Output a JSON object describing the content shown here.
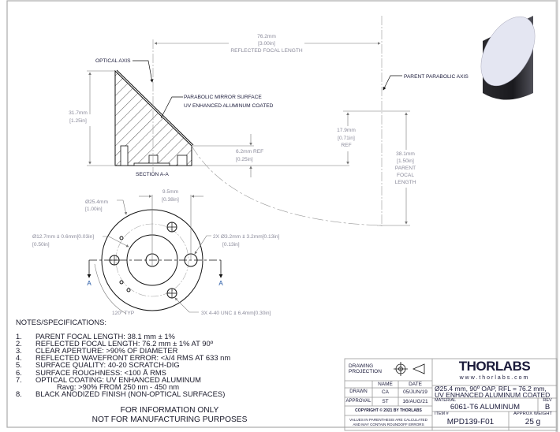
{
  "section_view": {
    "optical_axis": "OPTICAL AXIS",
    "mirror_surface_line1": "PARABOLIC MIRROR SURFACE",
    "mirror_surface_line2": "UV ENHANCED ALUMINUM COATED",
    "section_label": "SECTION A-A",
    "height_mm": "31.7mm",
    "height_in": "[1.25in]",
    "rfl_mm": "76.2mm",
    "rfl_in": "[3.00in]",
    "rfl_label": "REFLECTED FOCAL LENGTH",
    "ref_mm": "6.2mm  REF",
    "ref_in": "[0.25in]",
    "offset_mm": "17.9mm",
    "offset_in": "[0.71in]",
    "offset_ref": "REF",
    "parent_axis": "PARENT PARABOLIC AXIS",
    "pfl_mm": "38.1mm",
    "pfl_in": "[1.50in]",
    "pfl_l1": "PARENT",
    "pfl_l2": "FOCAL",
    "pfl_l3": "LENGTH"
  },
  "front_view": {
    "dia_mm": "Ø25.4mm",
    "dia_in": "[1.00in]",
    "spacing_mm": "9.5mm",
    "spacing_in": "[0.38in]",
    "recess": "Ø12.7mm ⫫ 0.6mm[0.03in]",
    "recess_in": "[0.50in]",
    "holes": "2X  Ø3.2mm ⫫ 3.2mm[0.13in]",
    "holes_in": "[0.13in]",
    "angle": "120° TYP",
    "threads": "3X 4-40 UNC ⫫ 6.4mm[0.30in]",
    "section_marker": "A"
  },
  "notes": {
    "title": "NOTES/SPECIFICATIONS:",
    "items": [
      {
        "n": "1.",
        "t": "PARENT FOCAL LENGTH: 38.1 mm ± 1%"
      },
      {
        "n": "2.",
        "t": "REFLECTED FOCAL LENGTH: 76.2 mm ± 1% AT 90º"
      },
      {
        "n": "3.",
        "t": "CLEAR APERTURE: >90% OF DIAMETER"
      },
      {
        "n": "4.",
        "t": "REFLECTED WAVEFRONT ERROR: <λ/4 RMS AT 633 nm"
      },
      {
        "n": "5.",
        "t": "SURFACE QUALITY: 40-20 SCRATCH-DIG"
      },
      {
        "n": "6.",
        "t": "SURFACE ROUGHNESS: <100 Å RMS"
      },
      {
        "n": "7.",
        "t": "OPTICAL COATING: UV ENHANCED ALUMINUM"
      },
      {
        "n": "8.",
        "t": "BLACK ANODIZED FINISH (NON-OPTICAL SURFACES)"
      }
    ],
    "item7_sub": "Ravg: >90% FROM 250 nm - 450 nm",
    "disclaimer1": "FOR INFORMATION ONLY",
    "disclaimer2": "NOT FOR MANUFACTURING PURPOSES"
  },
  "title_block": {
    "projection": "DRAWING PROJECTION",
    "name_h": "NAME",
    "date_h": "DATE",
    "drawn": "DRAWN",
    "drawn_name": "CA",
    "drawn_date": "05/JUN/19",
    "approval": "APPROVAL",
    "approval_name": "ST",
    "approval_date": "16/AUG/21",
    "copyright": "COPYRIGHT © 2021 BY THORLABS",
    "values_note": "VALUES IN PARENTHESIS ARE CALCULATED AND MAY CONTAIN ROUNDOFF ERRORS",
    "logo": "THORLABS",
    "website": "www.thorlabs.com",
    "desc1": "Ø25.4 mm, 90º OAP, RFL = 76.2 mm,",
    "desc2": "UV ENHANCED ALUMINUM COATED",
    "material_h": "MATERIAL",
    "material": "6061-T6 ALUMINUM",
    "rev_h": "REV",
    "rev": "B",
    "item_h": "ITEM #",
    "item": "MPD139-F01",
    "weight_h": "APPROX WEIGHT",
    "weight": "25 g"
  }
}
